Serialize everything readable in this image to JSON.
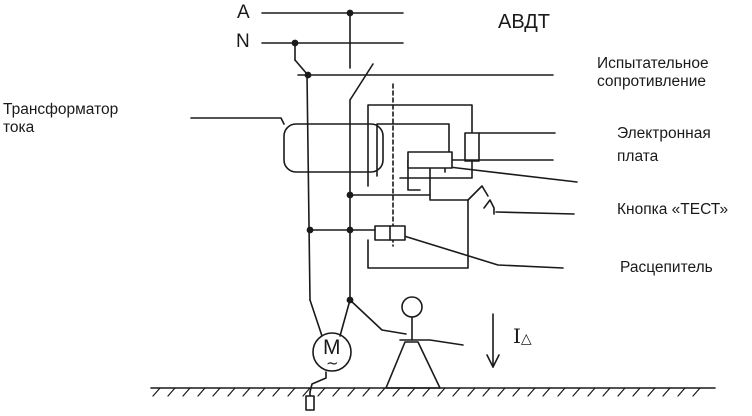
{
  "title": "АВДТ",
  "supply": {
    "phase": "A",
    "neutral": "N"
  },
  "labels": {
    "test_resistor": [
      "Испытательное",
      "сопротивление"
    ],
    "current_transformer": [
      "Трансформатор",
      "тока"
    ],
    "electronic_board": [
      "Электронная",
      "плата"
    ],
    "test_button": "Кнопка «ТЕСТ»",
    "release_relay": "Расцепитель",
    "leakage_current": {
      "symbol": "I",
      "subscript": "△"
    }
  },
  "motor": {
    "letter": "M",
    "symbol": "~"
  }
}
